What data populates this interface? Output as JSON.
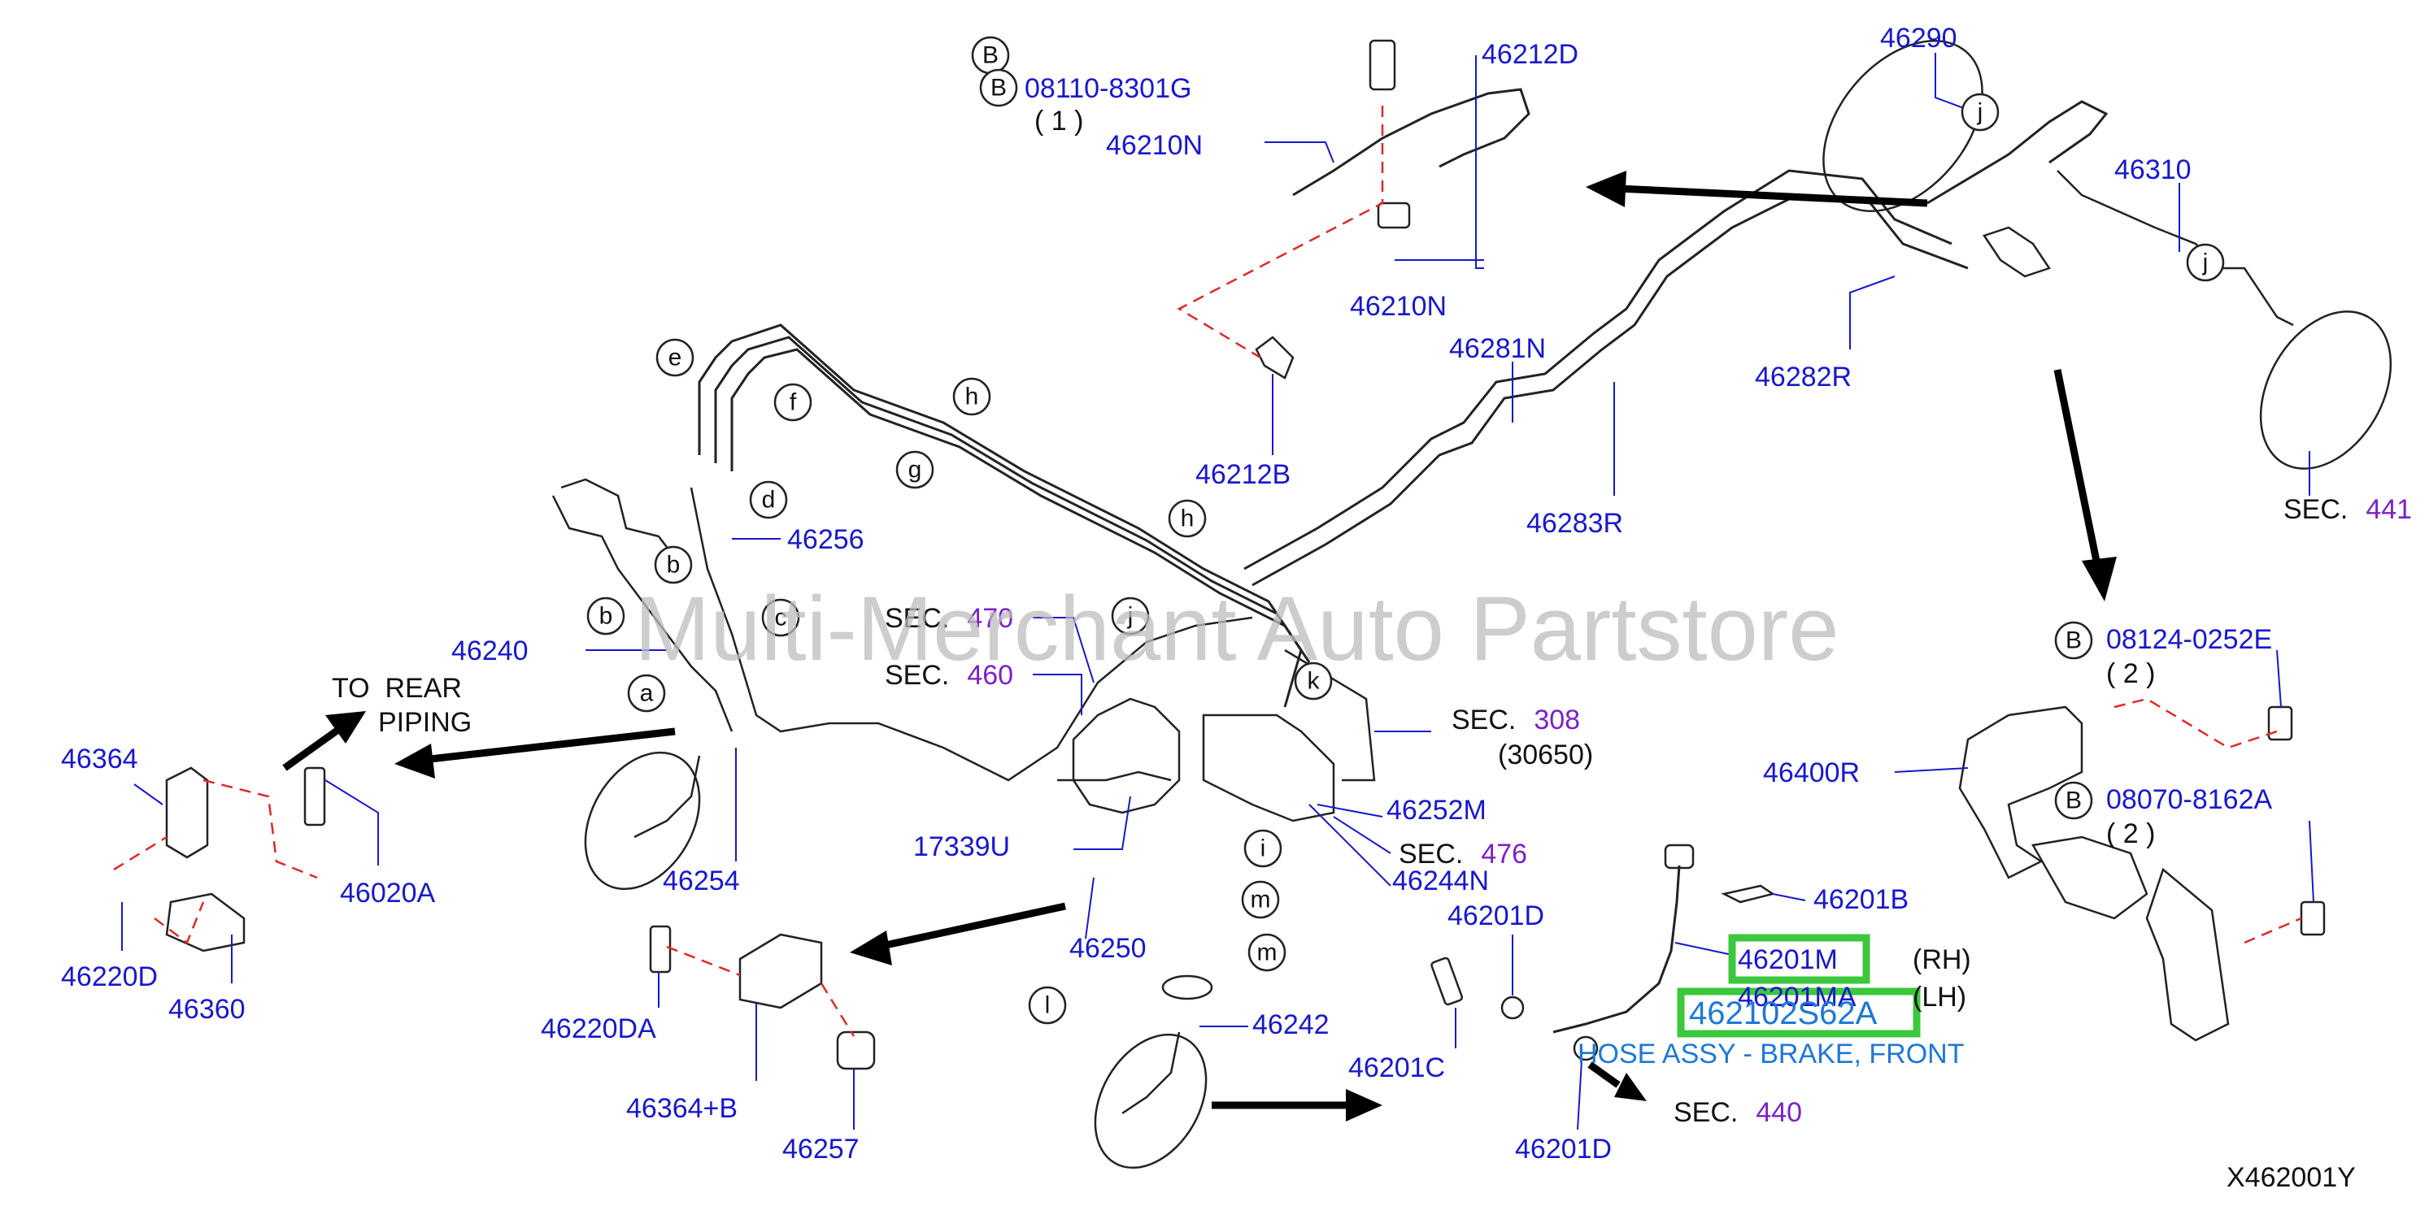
{
  "watermark": "Multi-Merchant Auto Partstore",
  "diagram_code": "X462001Y",
  "highlight": {
    "part": "462102S62A",
    "description": "HOSE ASSY - BRAKE, FRONT",
    "color": "#3cc83c"
  },
  "colors": {
    "part_number": "#1818cc",
    "section_number": "#7a22c8",
    "text": "#111111",
    "highlight_text": "#1e78d6",
    "clip_path": "#e0282a"
  },
  "parts": {
    "p46290": "46290",
    "p46310": "46310",
    "p46212D": "46212D",
    "p46210N_a": "46210N",
    "p46210N_b": "46210N",
    "p46281N": "46281N",
    "p46282R": "46282R",
    "p46212B": "46212B",
    "p46283R": "46283R",
    "p46256": "46256",
    "p46240": "46240",
    "p46364": "46364",
    "p46020A": "46020A",
    "p46254": "46254",
    "p46220D": "46220D",
    "p46360": "46360",
    "p17339U": "17339U",
    "p46252M": "46252M",
    "p46244N": "46244N",
    "p46250": "46250",
    "p46220DA": "46220DA",
    "p46364B": "46364+B",
    "p46257": "46257",
    "p46242": "46242",
    "p46201D_a": "46201D",
    "p46201D_b": "46201D",
    "p46201B": "46201B",
    "p46201C": "46201C",
    "p46201M": "46201M",
    "p46201MA": "46201MA",
    "p46400R": "46400R",
    "bolt1": "08110-8301G",
    "bolt2": "08124-0252E",
    "bolt3": "08070-8162A"
  },
  "quantities": {
    "q1": "( 1 )",
    "q2": "( 2 )",
    "q3": "( 2 )"
  },
  "sections": {
    "sec_prefix": "SEC.",
    "s441": "441",
    "s470": "470",
    "s460": "460",
    "s308": "308",
    "s308_sub": "(30650)",
    "s476": "476",
    "s440": "440"
  },
  "notes": {
    "to_rear": "TO  REAR",
    "piping": "PIPING",
    "rh": "(RH)",
    "lh": "(LH)"
  },
  "callouts": {
    "a": "a",
    "b": "b",
    "c": "c",
    "d": "d",
    "e": "e",
    "f": "f",
    "g": "g",
    "h": "h",
    "i": "i",
    "j": "j",
    "k": "k",
    "l": "l",
    "m": "m",
    "B": "B"
  }
}
